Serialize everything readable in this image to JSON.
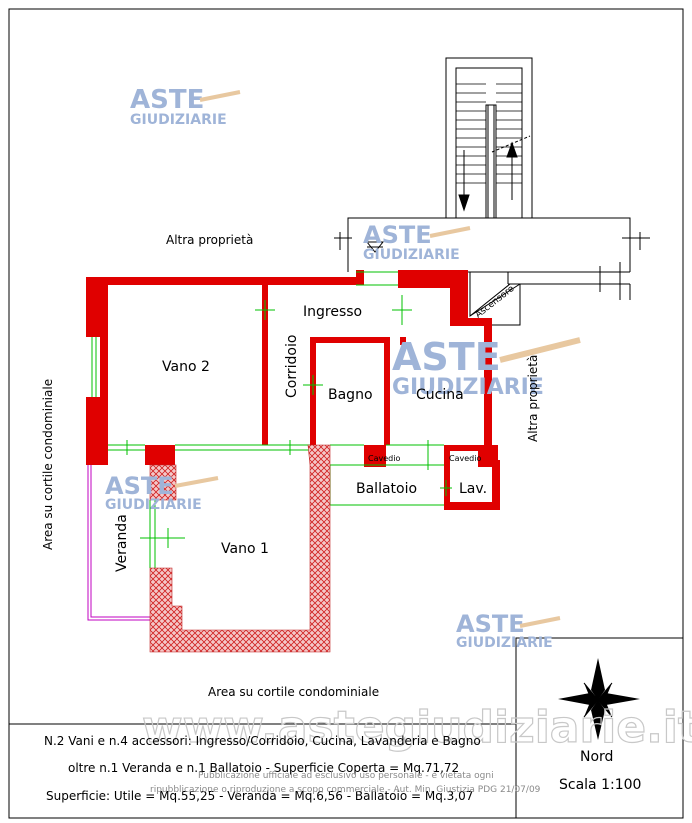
{
  "watermarks": {
    "logo_top": "ASTE",
    "logo_bottom": "GIUDIZIARIE",
    "site": "www.astegiudiziarie.it",
    "notice_line1": "Pubblicazione ufficiale ad esclusivo uso personale - è vietata ogni",
    "notice_line2": "ripubblicazione o riproduzione a scopo commerciale - Aut. Min. Giustizia PDG 21/07/09"
  },
  "rooms": {
    "vano2": "Vano 2",
    "vano1": "Vano 1",
    "ingresso": "Ingresso",
    "corridoio": "Corridoio",
    "bagno": "Bagno",
    "cucina": "Cucina",
    "cavedio_left": "Cavedio",
    "cavedio_right": "Cavedio",
    "ballatoio": "Ballatoio",
    "lav": "Lav.",
    "veranda": "Veranda",
    "ascensore": "Ascensore"
  },
  "surroundings": {
    "altra_top": "Altra proprietà",
    "altra_right": "Altra proprietà",
    "cortile_left": "Area su cortile condominiale",
    "cortile_bottom": "Area su cortile condominiale"
  },
  "legend": {
    "line1": "N.2 Vani e n.4 accessori: Ingresso/Corridoio, Cucina, Lavanderia e Bagno",
    "line2": "oltre n.1 Veranda e n.1 Ballatoio  - Superficie Coperta = Mq.71,72",
    "line3": "Superficie: Utile = Mq.55,25 - Veranda = Mq.6,56 - Ballatoio = Mq.3,07"
  },
  "compass": {
    "north_label": "Nord",
    "scale_label": "Scala 1:100"
  },
  "colors": {
    "wall_red": "#e00000",
    "opening_green": "#00c000",
    "veranda_magenta": "#c000c0",
    "watermark_blue": "#9fb4d8"
  }
}
